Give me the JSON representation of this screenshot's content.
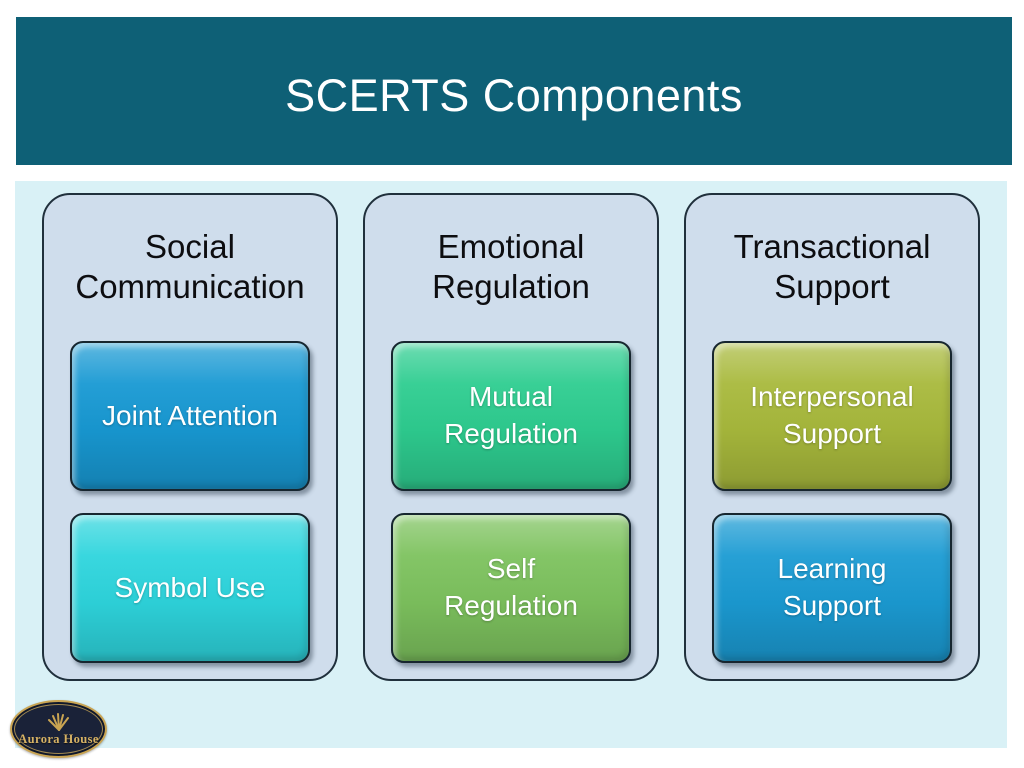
{
  "slide": {
    "title": "SCERTS Components",
    "colors": {
      "title_bar": "#0e6076",
      "band": "#d9f1f6",
      "column_fill": "#cfddec",
      "column_border": "#20303c",
      "joint_attention": "#1899d3",
      "symbol_use": "#2ed5dd",
      "mutual_regulation": "#2ecd90",
      "self_regulation": "#7dc25e",
      "interpersonal_support": "#a8b93c",
      "learning_support": "#1b9bd3",
      "logo_gold": "#d6b264",
      "logo_navy": "#1a2238"
    },
    "columns": [
      {
        "title": "Social Communication",
        "items": [
          {
            "label": "Joint Attention",
            "color": "#1899d3"
          },
          {
            "label": "Symbol Use",
            "color": "#2ed5dd"
          }
        ]
      },
      {
        "title": "Emotional Regulation",
        "items": [
          {
            "label": "Mutual Regulation",
            "color": "#2ecd90"
          },
          {
            "label": "Self Regulation",
            "color": "#7dc25e"
          }
        ]
      },
      {
        "title": "Transactional Support",
        "items": [
          {
            "label": "Interpersonal Support",
            "color": "#a8b93c"
          },
          {
            "label": "Learning Support",
            "color": "#1b9bd3"
          }
        ]
      }
    ],
    "logo": {
      "text": "Aurora House"
    }
  }
}
